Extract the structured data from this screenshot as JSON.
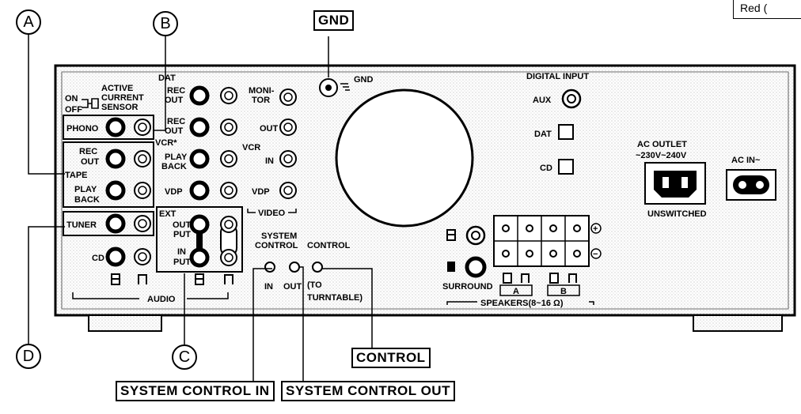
{
  "callouts": {
    "gnd": "GND",
    "control": "CONTROL",
    "system_control_in": "SYSTEM CONTROL IN",
    "system_control_out": "SYSTEM CONTROL OUT",
    "a": "A",
    "b": "B",
    "c": "C",
    "d": "D"
  },
  "legend": "Red   (",
  "panel": {
    "gnd": "GND",
    "on": "ON",
    "off": "OFF",
    "active_current_sensor": [
      "ACTIVE",
      "CURRENT",
      "SENSOR"
    ],
    "dat": "DAT",
    "rec_out": [
      "REC",
      "OUT"
    ],
    "monitor": [
      "MONI-",
      "TOR"
    ],
    "phono": "PHONO",
    "out": "OUT",
    "vcr_star": "VCR*",
    "vcr": "VCR",
    "play_back": [
      "PLAY",
      "BACK"
    ],
    "in": "IN",
    "tape": "TAPE",
    "vdp": "VDP",
    "video": "VIDEO",
    "tuner": "TUNER",
    "ext": "EXT",
    "out_put": [
      "OUT",
      "PUT"
    ],
    "in_put": [
      "IN",
      "PUT"
    ],
    "cd": "CD",
    "audio": "AUDIO",
    "system_control": [
      "SYSTEM",
      "CONTROL"
    ],
    "control": "CONTROL",
    "sc_in": "IN",
    "sc_out": "OUT",
    "to_turntable": [
      "(TO",
      "TURNTABLE)"
    ],
    "digital_input": "DIGITAL INPUT",
    "aux": "AUX",
    "ac_outlet": [
      "AC OUTLET",
      "~230V~240V"
    ],
    "unswitched": "UNSWITCHED",
    "ac_in": "AC IN~",
    "surround": "SURROUND",
    "speakers": "SPEAKERS(8~16 Ω)",
    "speaker_a": "A",
    "speaker_b": "B",
    "plus": "+",
    "minus": "−"
  }
}
